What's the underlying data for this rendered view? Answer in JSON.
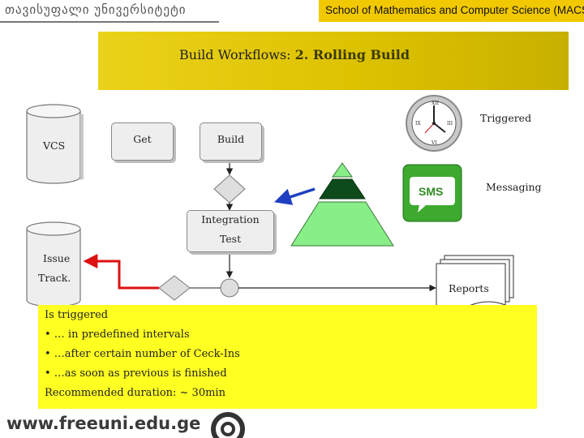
{
  "header": {
    "university_name": "თავისუფალი უნივერსიტეტი",
    "school_name": "School of Mathematics and Computer Science (MACS)"
  },
  "title": {
    "prefix": "Build Workflows:",
    "highlight": "2. Rolling Build"
  },
  "diagram": {
    "vcs_label": "VCS",
    "get_label": "Get",
    "build_label": "Build",
    "integration_line1": "Integration",
    "integration_line2": "Test",
    "issue_line1": "Issue",
    "issue_line2": "Track.",
    "reports_label": "Reports",
    "triggered_label": "Triggered",
    "messaging_label": "Messaging",
    "sms_text": "SMS",
    "clock_numerals": [
      "XII",
      "III",
      "VI",
      "IX"
    ]
  },
  "note": {
    "line1": "Is triggered",
    "line2": "• … in predefined intervals",
    "line3": "• …after certain number of Ceck-Ins",
    "line4": "• …as soon as previous is finished",
    "line5": "Recommended duration: ~ 30min"
  },
  "footer": {
    "url": "www.freeuni.edu.ge"
  },
  "colors": {
    "brand_yellow": "#f2c900",
    "note_yellow": "#ffff22",
    "pyramid_light": "#88ee88",
    "pyramid_dark": "#0d4a1c",
    "arrow_red": "#dd1111",
    "arrow_blue": "#1e3fc0",
    "sms_green": "#3da92e"
  }
}
